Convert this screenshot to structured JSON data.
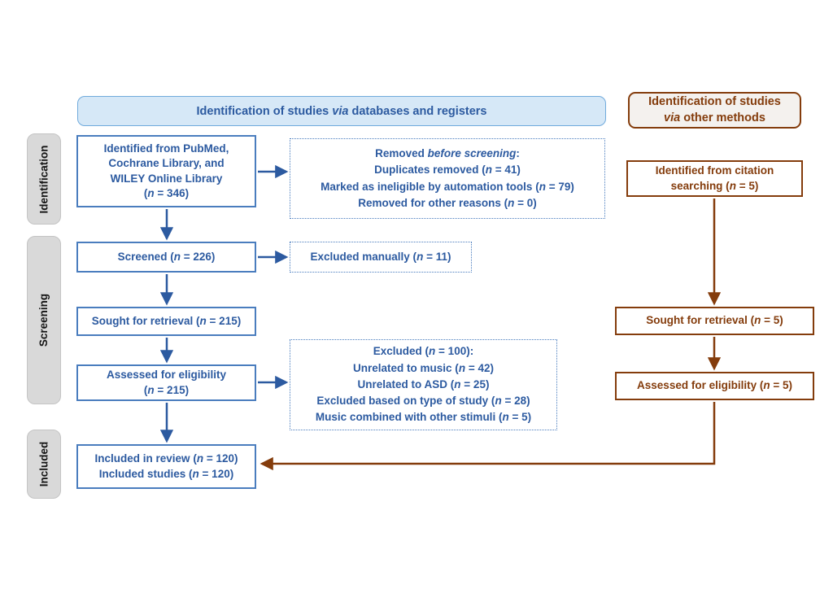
{
  "colors": {
    "blue_text": "#2c5aa0",
    "blue_border": "#4a7dbe",
    "blue_header_fill": "#d6e8f7",
    "blue_header_border": "#70aadc",
    "brown": "#843c0c",
    "brown_fill": "#f4f1ee",
    "stage_fill": "#d9d9d9",
    "stage_border": "#c4c4c4"
  },
  "headers": {
    "databases": {
      "lines": [
        [
          {
            "t": "Identification of studies "
          },
          {
            "t": "via",
            "i": true
          },
          {
            "t": " databases and registers"
          }
        ]
      ]
    },
    "other_methods": {
      "lines": [
        [
          {
            "t": "Identification of studies"
          }
        ],
        [
          {
            "t": "via",
            "i": true
          },
          {
            "t": " other methods"
          }
        ]
      ]
    }
  },
  "stages": {
    "identification": "Identification",
    "screening": "Screening",
    "included": "Included"
  },
  "database_flow": {
    "identified": {
      "lines": [
        [
          {
            "t": "Identified from PubMed,"
          }
        ],
        [
          {
            "t": "Cochrane Library, and"
          }
        ],
        [
          {
            "t": "WILEY Online Library"
          }
        ],
        [
          {
            "t": "("
          },
          {
            "t": "n",
            "i": true
          },
          {
            "t": " = 346)"
          }
        ]
      ]
    },
    "screened": {
      "lines": [
        [
          {
            "t": "Screened ("
          },
          {
            "t": "n",
            "i": true
          },
          {
            "t": " = 226)"
          }
        ]
      ]
    },
    "sought": {
      "lines": [
        [
          {
            "t": "Sought for retrieval ("
          },
          {
            "t": "n",
            "i": true
          },
          {
            "t": " = 215)"
          }
        ]
      ]
    },
    "assessed": {
      "lines": [
        [
          {
            "t": "Assessed for eligibility"
          }
        ],
        [
          {
            "t": "("
          },
          {
            "t": "n",
            "i": true
          },
          {
            "t": " = 215)"
          }
        ]
      ]
    },
    "included": {
      "lines": [
        [
          {
            "t": "Included in review ("
          },
          {
            "t": "n",
            "i": true
          },
          {
            "t": " = 120)"
          }
        ],
        [
          {
            "t": "Included studies ("
          },
          {
            "t": "n",
            "i": true
          },
          {
            "t": " = 120)"
          }
        ]
      ]
    }
  },
  "exclusions": {
    "before_screening": {
      "lines": [
        [
          {
            "t": "Removed "
          },
          {
            "t": "before screening",
            "i": true
          },
          {
            "t": ":"
          }
        ],
        [
          {
            "t": "Duplicates removed ("
          },
          {
            "t": "n",
            "i": true
          },
          {
            "t": " = 41)"
          }
        ],
        [
          {
            "t": "Marked as ineligible by automation tools ("
          },
          {
            "t": "n",
            "i": true
          },
          {
            "t": " = 79)"
          }
        ],
        [
          {
            "t": "Removed for other reasons ("
          },
          {
            "t": "n",
            "i": true
          },
          {
            "t": " = 0)"
          }
        ]
      ]
    },
    "manual": {
      "lines": [
        [
          {
            "t": "Excluded manually ("
          },
          {
            "t": "n",
            "i": true
          },
          {
            "t": " = 11)"
          }
        ]
      ]
    },
    "eligibility": {
      "lines": [
        [
          {
            "t": "Excluded ("
          },
          {
            "t": "n",
            "i": true
          },
          {
            "t": " = 100):"
          }
        ],
        [
          {
            "t": "Unrelated to music ("
          },
          {
            "t": "n",
            "i": true
          },
          {
            "t": " = 42)"
          }
        ],
        [
          {
            "t": "Unrelated to ASD ("
          },
          {
            "t": "n",
            "i": true
          },
          {
            "t": " = 25)"
          }
        ],
        [
          {
            "t": "Excluded based on type of study ("
          },
          {
            "t": "n",
            "i": true
          },
          {
            "t": " = 28)"
          }
        ],
        [
          {
            "t": "Music combined with other stimuli ("
          },
          {
            "t": "n",
            "i": true
          },
          {
            "t": " = 5)"
          }
        ]
      ]
    }
  },
  "other_methods_flow": {
    "identified": {
      "lines": [
        [
          {
            "t": "Identified from citation"
          }
        ],
        [
          {
            "t": "searching ("
          },
          {
            "t": "n",
            "i": true
          },
          {
            "t": " = 5)"
          }
        ]
      ]
    },
    "sought": {
      "lines": [
        [
          {
            "t": "Sought for retrieval ("
          },
          {
            "t": "n",
            "i": true
          },
          {
            "t": " = 5)"
          }
        ]
      ]
    },
    "assessed": {
      "lines": [
        [
          {
            "t": "Assessed for eligibility ("
          },
          {
            "t": "n",
            "i": true
          },
          {
            "t": " = 5)"
          }
        ]
      ]
    }
  }
}
